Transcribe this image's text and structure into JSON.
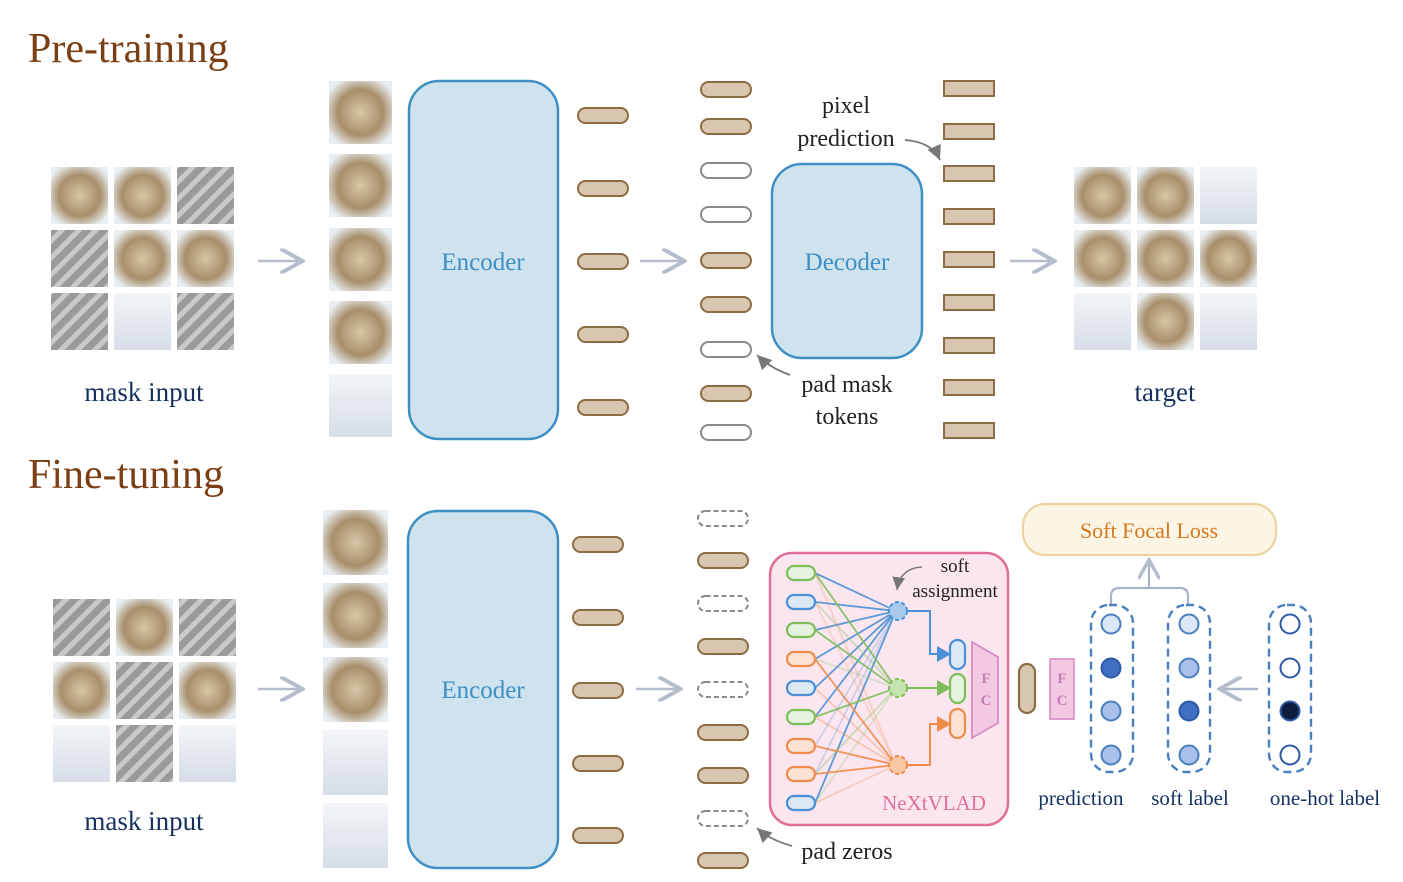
{
  "sections": {
    "pretrain_title": "Pre-training",
    "finetune_title": "Fine-tuning"
  },
  "pretrain": {
    "input_label": "mask input",
    "encoder_label": "Encoder",
    "decoder_label": "Decoder",
    "pixel_prediction_line1": "pixel",
    "pixel_prediction_line2": "prediction",
    "pad_mask_line1": "pad mask",
    "pad_mask_line2": "tokens",
    "target_label": "target"
  },
  "finetune": {
    "input_label": "mask input",
    "encoder_label": "Encoder",
    "pad_zeros_label": "pad zeros",
    "soft_label_text": "soft",
    "assignment_text": "assignment",
    "nextvlad_label": "NeXtVLAD",
    "fc_label_a": "F",
    "fc_label_b": "C",
    "loss_label": "Soft Focal Loss",
    "prediction_label": "prediction",
    "soft_label_label": "soft label",
    "onehot_label": "one-hot label"
  },
  "colors": {
    "title": "#7b3f14",
    "encoder_fill": "#cfe3ee",
    "encoder_stroke": "#3d8fc4",
    "token_fill": "#d9c6b0",
    "token_stroke": "#8c6d43",
    "mask_stroke": "#8a8a8a",
    "label_navy": "#15305e",
    "arrow": "#aab4c8",
    "nextvlad_fill": "#fbe5ee",
    "nextvlad_stroke": "#e0709a",
    "loss_fill": "#fcf5e6",
    "loss_stroke": "#ecd3a0",
    "loss_text": "#d4781c",
    "green": "#7cbf5a",
    "blue": "#4a90d6",
    "orange": "#f08c4a"
  }
}
